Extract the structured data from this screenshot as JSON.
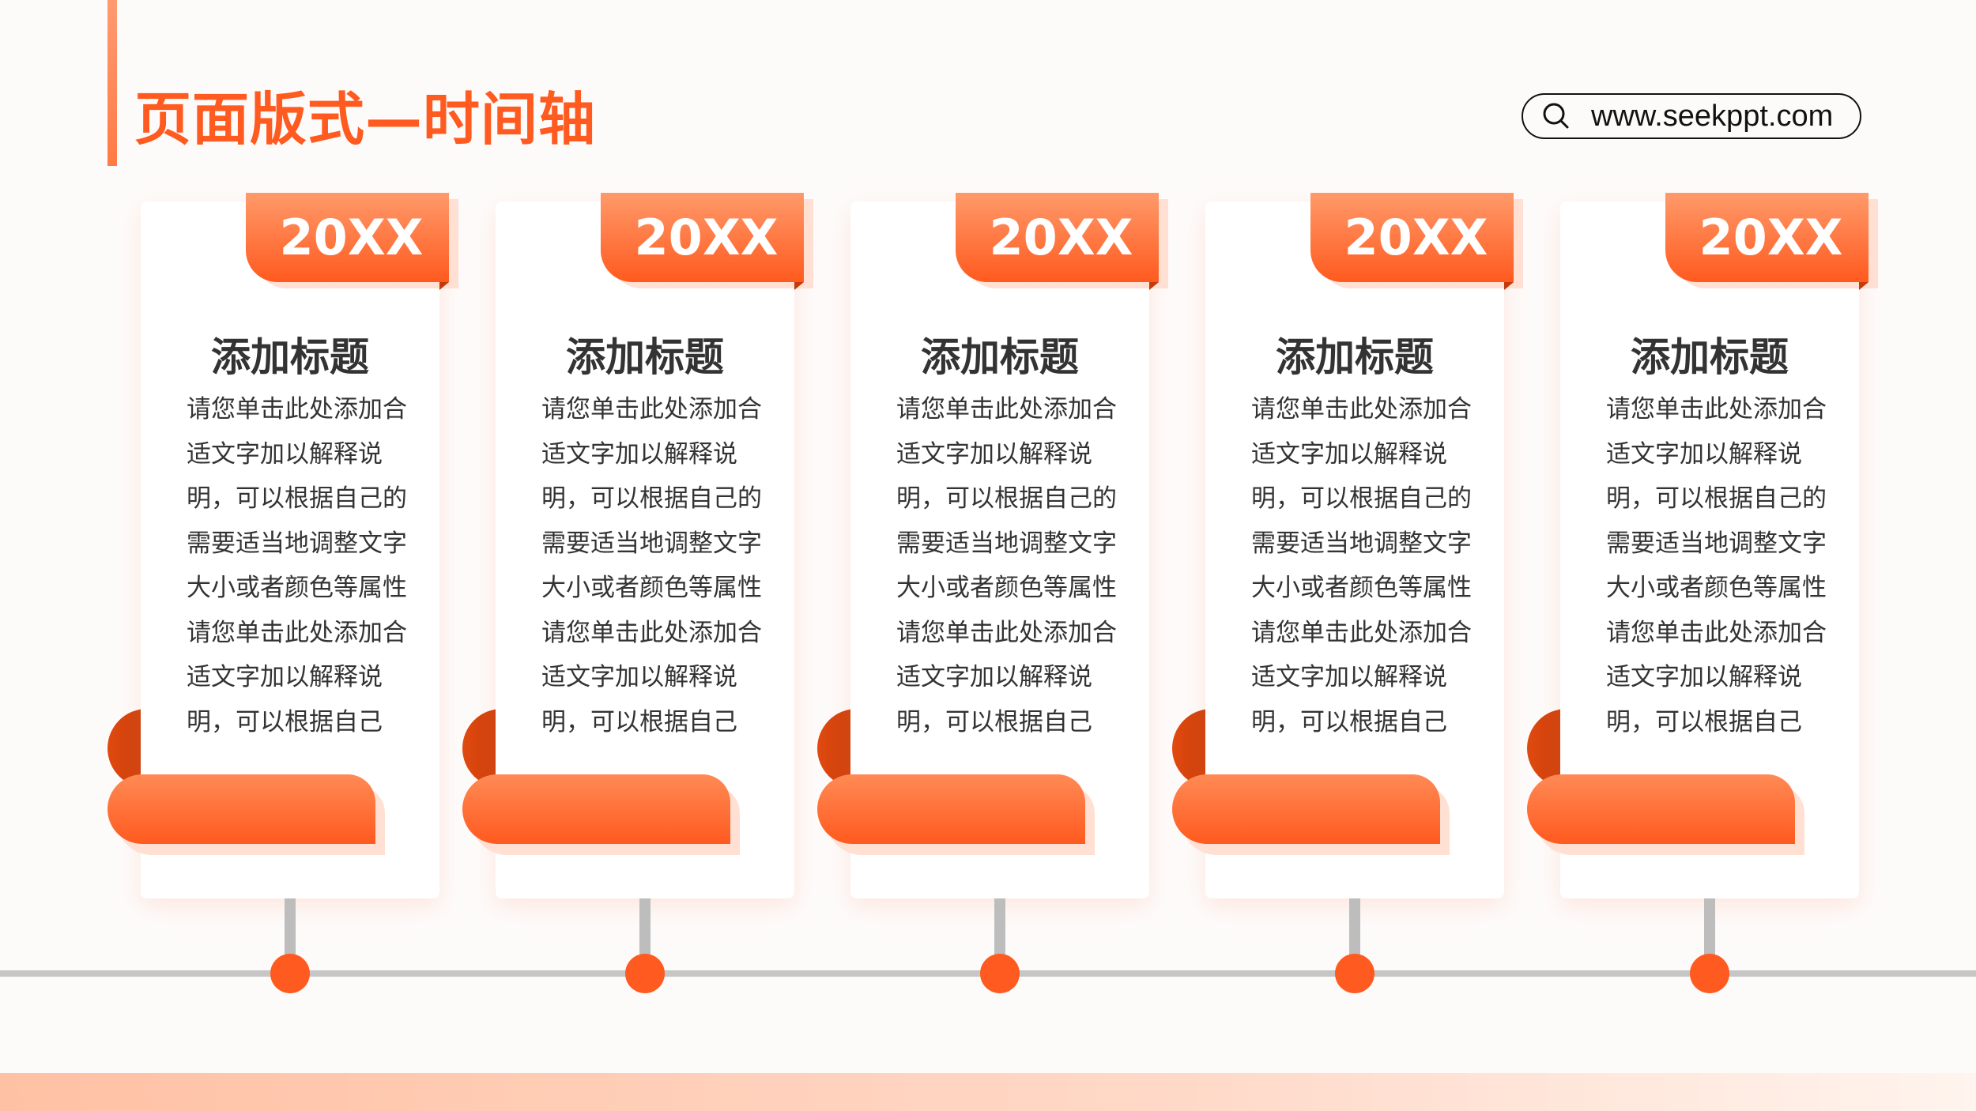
{
  "header": {
    "title": "页面版式—时间轴",
    "search_url": "www.seekppt.com",
    "search_icon": "search-icon"
  },
  "colors": {
    "accent": "#ff5a1f",
    "timeline": "#c6c6c6"
  },
  "timeline": {
    "items": [
      {
        "year": "20XX",
        "title": "添加标题",
        "text": "请您单击此处添加合适文字加以解释说明，可以根据自己的需要适当地调整文字大小或者颜色等属性请您单击此处添加合适文字加以解释说明，可以根据自己"
      },
      {
        "year": "20XX",
        "title": "添加标题",
        "text": "请您单击此处添加合适文字加以解释说明，可以根据自己的需要适当地调整文字大小或者颜色等属性请您单击此处添加合适文字加以解释说明，可以根据自己"
      },
      {
        "year": "20XX",
        "title": "添加标题",
        "text": "请您单击此处添加合适文字加以解释说明，可以根据自己的需要适当地调整文字大小或者颜色等属性请您单击此处添加合适文字加以解释说明，可以根据自己"
      },
      {
        "year": "20XX",
        "title": "添加标题",
        "text": "请您单击此处添加合适文字加以解释说明，可以根据自己的需要适当地调整文字大小或者颜色等属性请您单击此处添加合适文字加以解释说明，可以根据自己"
      },
      {
        "year": "20XX",
        "title": "添加标题",
        "text": "请您单击此处添加合适文字加以解释说明，可以根据自己的需要适当地调整文字大小或者颜色等属性请您单击此处添加合适文字加以解释说明，可以根据自己"
      }
    ]
  }
}
